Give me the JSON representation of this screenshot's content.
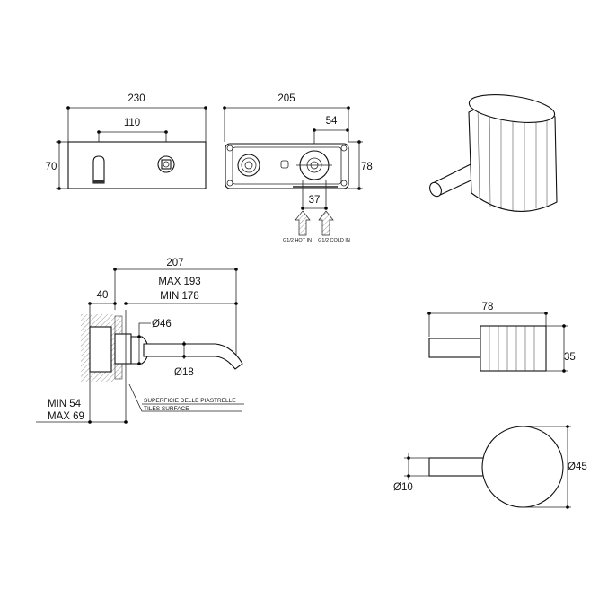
{
  "front_view": {
    "width_label": "230",
    "spacing_label": "110",
    "height_label": "70"
  },
  "box_view": {
    "width_label": "205",
    "offset_label": "54",
    "height_label": "78",
    "inlet_spacing_label": "37",
    "hot_label": "G1/2 HOT IN",
    "cold_label": "G1/2 COLD IN"
  },
  "side_view": {
    "total_label": "207",
    "max_label": "MAX 193",
    "min_label": "MIN 178",
    "depth_label": "40",
    "flange_label": "Ø46",
    "spout_label": "Ø18",
    "wall_min": "MIN 54",
    "wall_max": "MAX 69",
    "surface_it": "SUPERFICIE DELLE PIASTRELLE",
    "surface_en": "TILES SURFACE"
  },
  "handle_side": {
    "length_label": "78",
    "height_label": "35"
  },
  "handle_end": {
    "diameter_label": "Ø45",
    "lever_label": "Ø10"
  }
}
